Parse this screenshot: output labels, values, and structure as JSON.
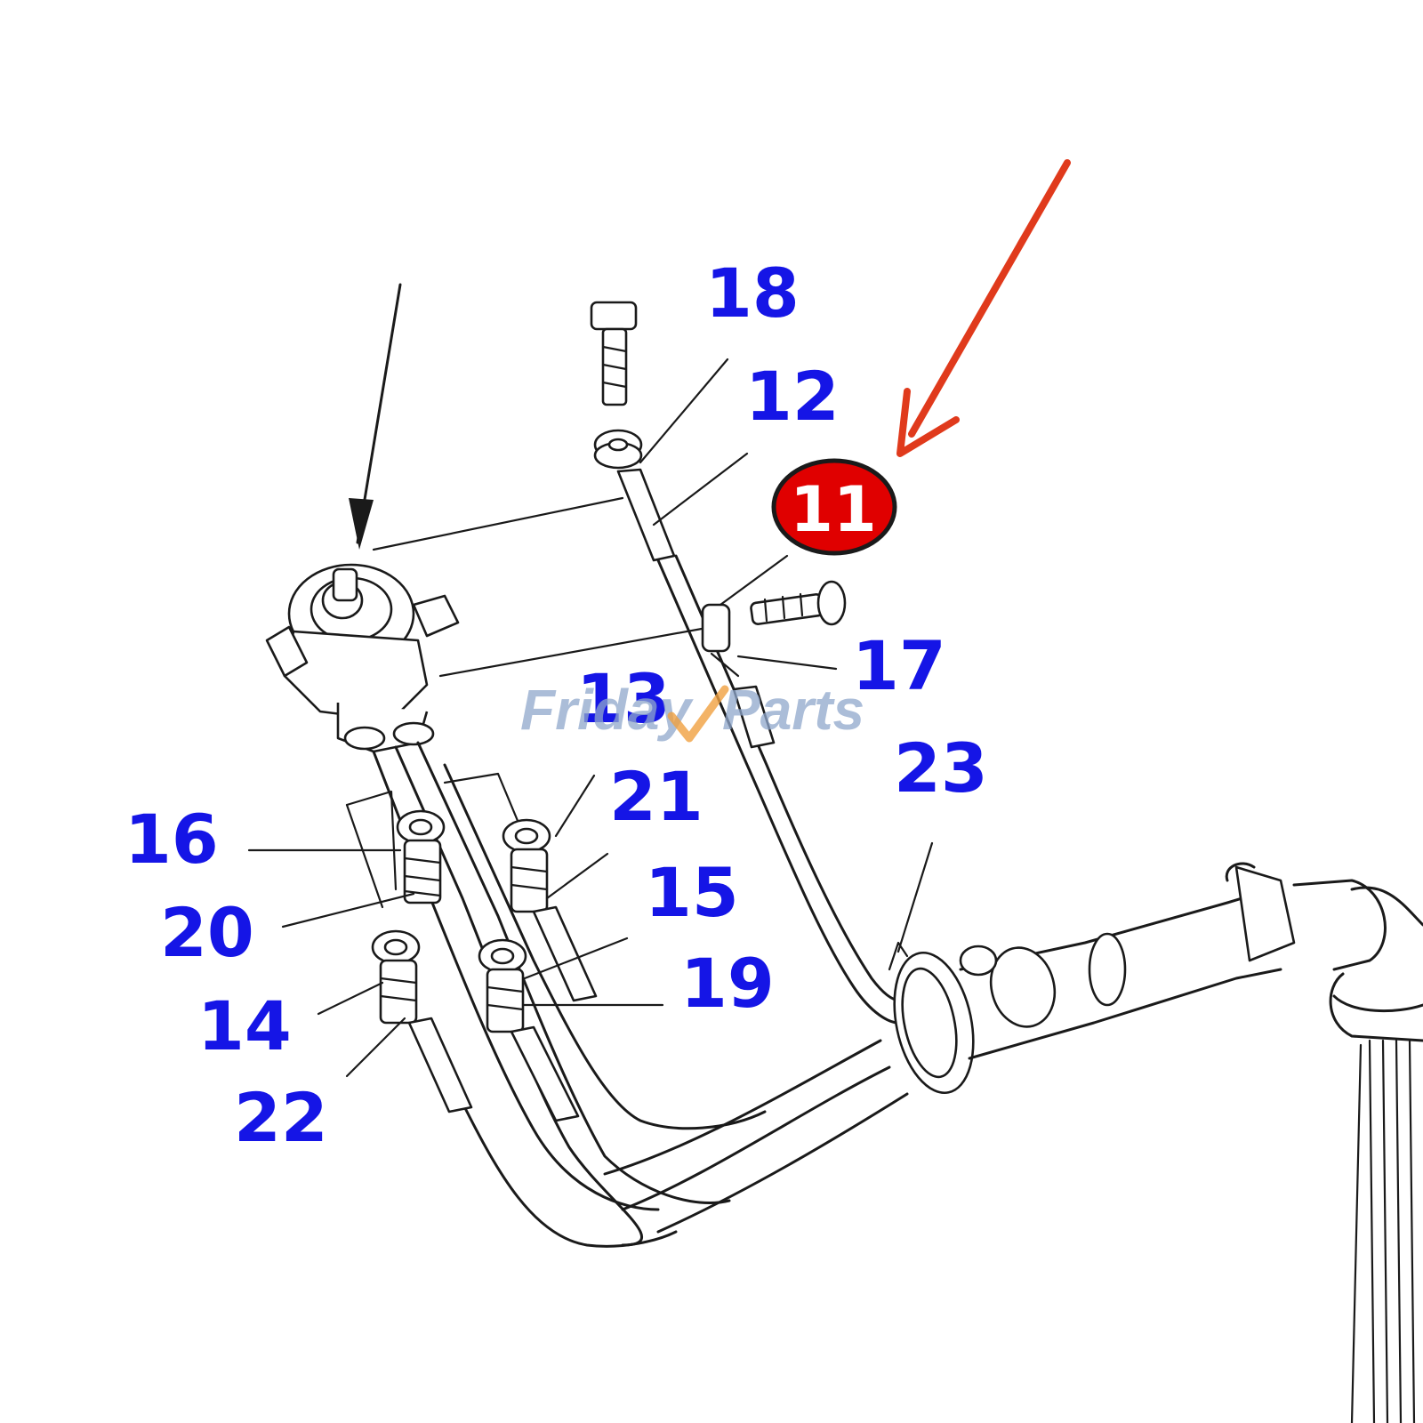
{
  "callouts": {
    "c18": "18",
    "c12": "12",
    "c11": "11",
    "c17": "17",
    "c13": "13",
    "c23": "23",
    "c21": "21",
    "c16": "16",
    "c15": "15",
    "c20": "20",
    "c19": "19",
    "c14": "14",
    "c22": "22"
  },
  "highlight": {
    "label": "11",
    "badge_color": "#e00000",
    "arrow_color": "#e03a1c"
  },
  "watermark": {
    "part1": "Friday",
    "part2": "Parts",
    "color": "#8fa7cc",
    "check_color": "#f0a040"
  },
  "colors": {
    "callout": "#1515e6",
    "line": "#1a1a1a"
  }
}
